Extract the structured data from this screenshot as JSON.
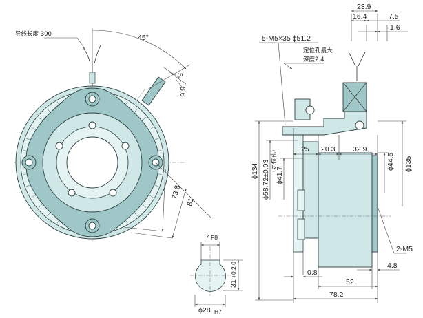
{
  "colors": {
    "part_fill": "#cfe7e7",
    "part_dark": "#9fc7c8",
    "outline": "#2c3e3e",
    "dimension": "#444444"
  },
  "front_view": {
    "lead_wire_length": "导线长度 300",
    "angle": "45°",
    "dims": {
      "d_5": "5",
      "d_5_6": "5.6",
      "d_73_8": "73.8",
      "d_81": "81"
    }
  },
  "side_view": {
    "top_dims": {
      "d_23_9": "23.9",
      "d_16_4": "16.4",
      "d_7_5": "7.5",
      "d_1_6": "1.6"
    },
    "bolt_note": "5-M5×35 ϕ51.2",
    "locating_hole_note_1": "定位孔最大",
    "locating_hole_note_2": "深度2.4",
    "mid_dims": {
      "d_25": "25",
      "d_20_3": "20.3",
      "d_32_9": "32.9"
    },
    "vertical_dims": {
      "d_134": "ϕ134",
      "d_58_72": "ϕ58.72±0.03",
      "d_58_72_sub": "(定位孔)",
      "d_41_7": "ϕ41.7",
      "d_44_5": "ϕ44.5",
      "d_135": "ϕ135"
    },
    "right_note": "2-M5",
    "bottom_dims": {
      "d_4_8": "4.8",
      "d_0_8": "0.8",
      "d_52": "52",
      "d_78_2": "78.2"
    }
  },
  "shaft_detail": {
    "key_width": "7",
    "key_width_tol": "F8",
    "height": "31",
    "height_tol": "+0.2 0",
    "bore": "ϕ28",
    "bore_tol": "H7"
  }
}
